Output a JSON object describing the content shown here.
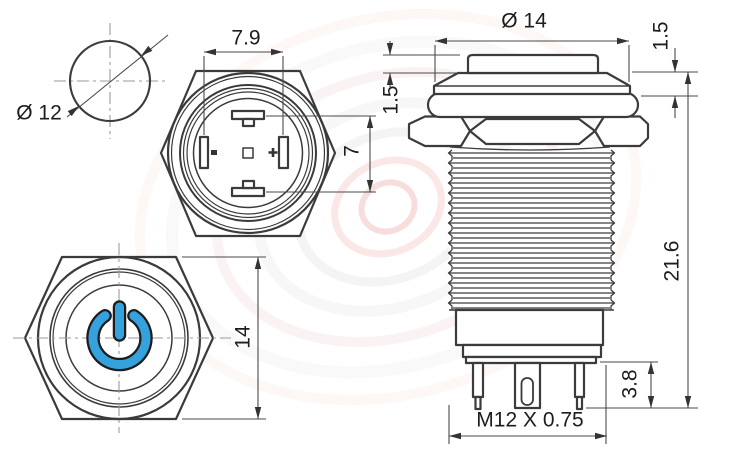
{
  "drawing": {
    "type": "pushbutton-switch-dimension-drawing",
    "views": {
      "lens_front": {
        "diameter_label": "Ø 12"
      },
      "rear_terminals": {
        "terminal_pitch_h": "7.9",
        "terminal_pitch_v": "7",
        "positive_mark": "+",
        "negative_mark": "-"
      },
      "front_face": {
        "hex_width": "14"
      },
      "side_profile": {
        "cap_diameter": "Ø 14",
        "plunger_height": "1.5",
        "cap_edge_height": "1.5",
        "body_length": "21.6",
        "pin_length": "3.8",
        "thread_spec": "M12 X 0.75"
      }
    },
    "colors": {
      "led_blue": "#35a1dd",
      "line_dark": "#3b3b3b",
      "watermark_red": "#e8a19d",
      "watermark_gray": "#dedede"
    }
  }
}
